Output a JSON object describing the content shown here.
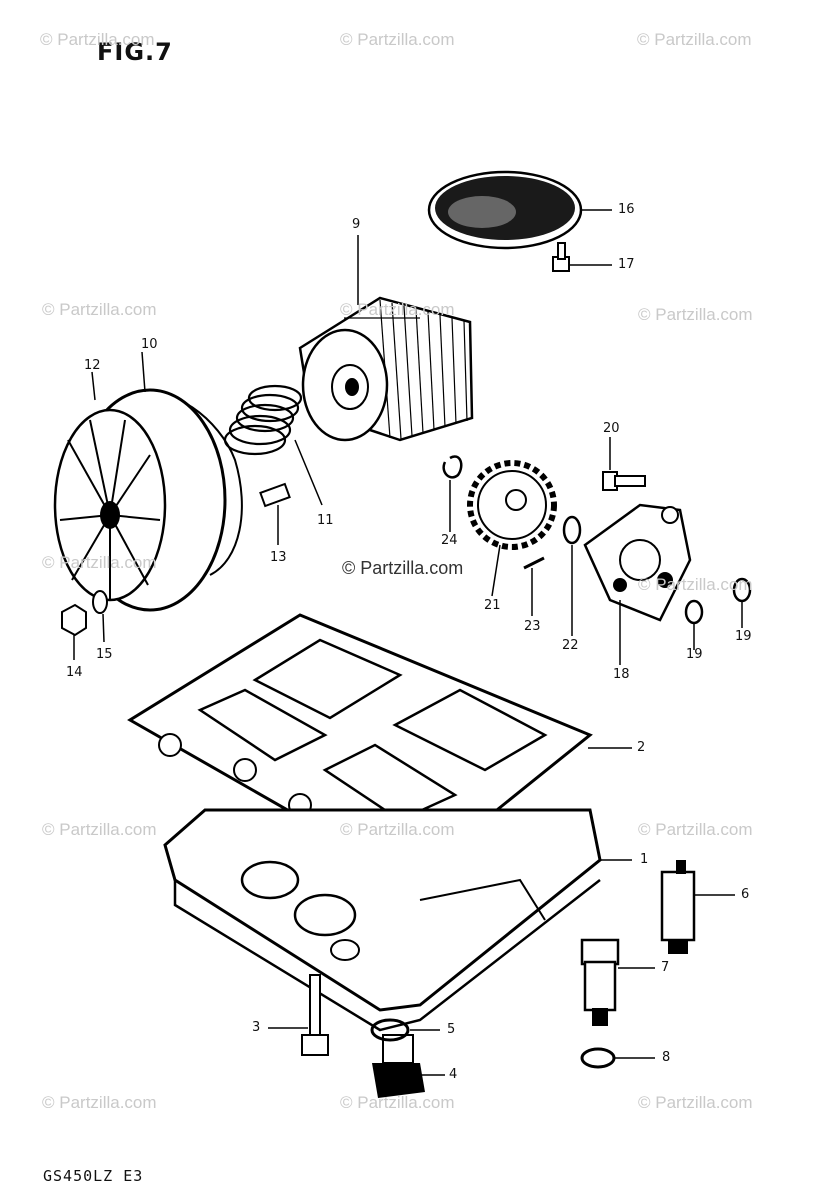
{
  "figure": {
    "title": "FIG.7",
    "model_code": "GS450LZ  E3"
  },
  "watermark": {
    "text": "© Partzilla.com",
    "color": "#c9c9c9"
  },
  "callouts": [
    "1",
    "2",
    "3",
    "4",
    "5",
    "6",
    "7",
    "8",
    "9",
    "10",
    "11",
    "12",
    "13",
    "14",
    "15",
    "16",
    "17",
    "18",
    "19",
    "19",
    "20",
    "21",
    "22",
    "23",
    "24"
  ],
  "parts": [
    {
      "name": "oil-pan"
    },
    {
      "name": "oil-pan-gasket"
    },
    {
      "name": "oil-pan-bolt"
    },
    {
      "name": "drain-plug"
    },
    {
      "name": "drain-plug-gasket"
    },
    {
      "name": "oil-pressure-switch"
    },
    {
      "name": "oil-level-switch"
    },
    {
      "name": "switch-gasket"
    },
    {
      "name": "oil-filter"
    },
    {
      "name": "filter-cap-o-ring"
    },
    {
      "name": "filter-spring"
    },
    {
      "name": "oil-filter-cap"
    },
    {
      "name": "dowel-pin"
    },
    {
      "name": "cap-nut"
    },
    {
      "name": "cap-washer"
    },
    {
      "name": "oil-strainer"
    },
    {
      "name": "strainer-bolt"
    },
    {
      "name": "oil-pump"
    },
    {
      "name": "pump-o-ring"
    },
    {
      "name": "pump-bolt"
    },
    {
      "name": "pump-driven-gear"
    },
    {
      "name": "gear-washer"
    },
    {
      "name": "gear-pin"
    },
    {
      "name": "circlip"
    }
  ]
}
